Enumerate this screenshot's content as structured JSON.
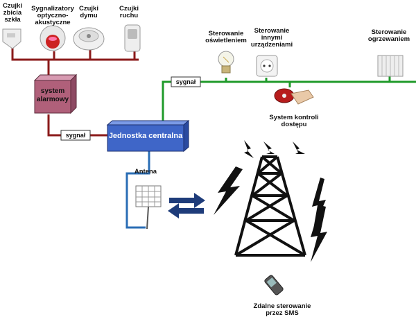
{
  "sensors": {
    "glass_break": "Czujki\nzbicia\nszkła",
    "siren": "Sygnalizatory\noptyczno-\nakustyczne",
    "smoke": "Czujki\ndymu",
    "motion": "Czujki\nruchu"
  },
  "alarm_system": "system\nalarmowy",
  "signal_left": "sygnał",
  "signal_top": "sygnał",
  "central_unit": "Jednostka centralna",
  "antenna": "Antena",
  "lighting": "Sterowanie\noświetleniem",
  "devices": "Sterowanie\ninnymi\nurządzeniami",
  "heating": "Sterowanie\nogrzewaniem",
  "access": "System kontroli\ndostępu",
  "sms": "Zdalne sterowanie\nprzez SMS",
  "colors": {
    "alarm_line": "#8b1a1a",
    "bus_line": "#1f9a2a",
    "antenna_line": "#2a6db5",
    "central_fill": "#3f66c8",
    "alarm_fill": "#b0607a"
  }
}
